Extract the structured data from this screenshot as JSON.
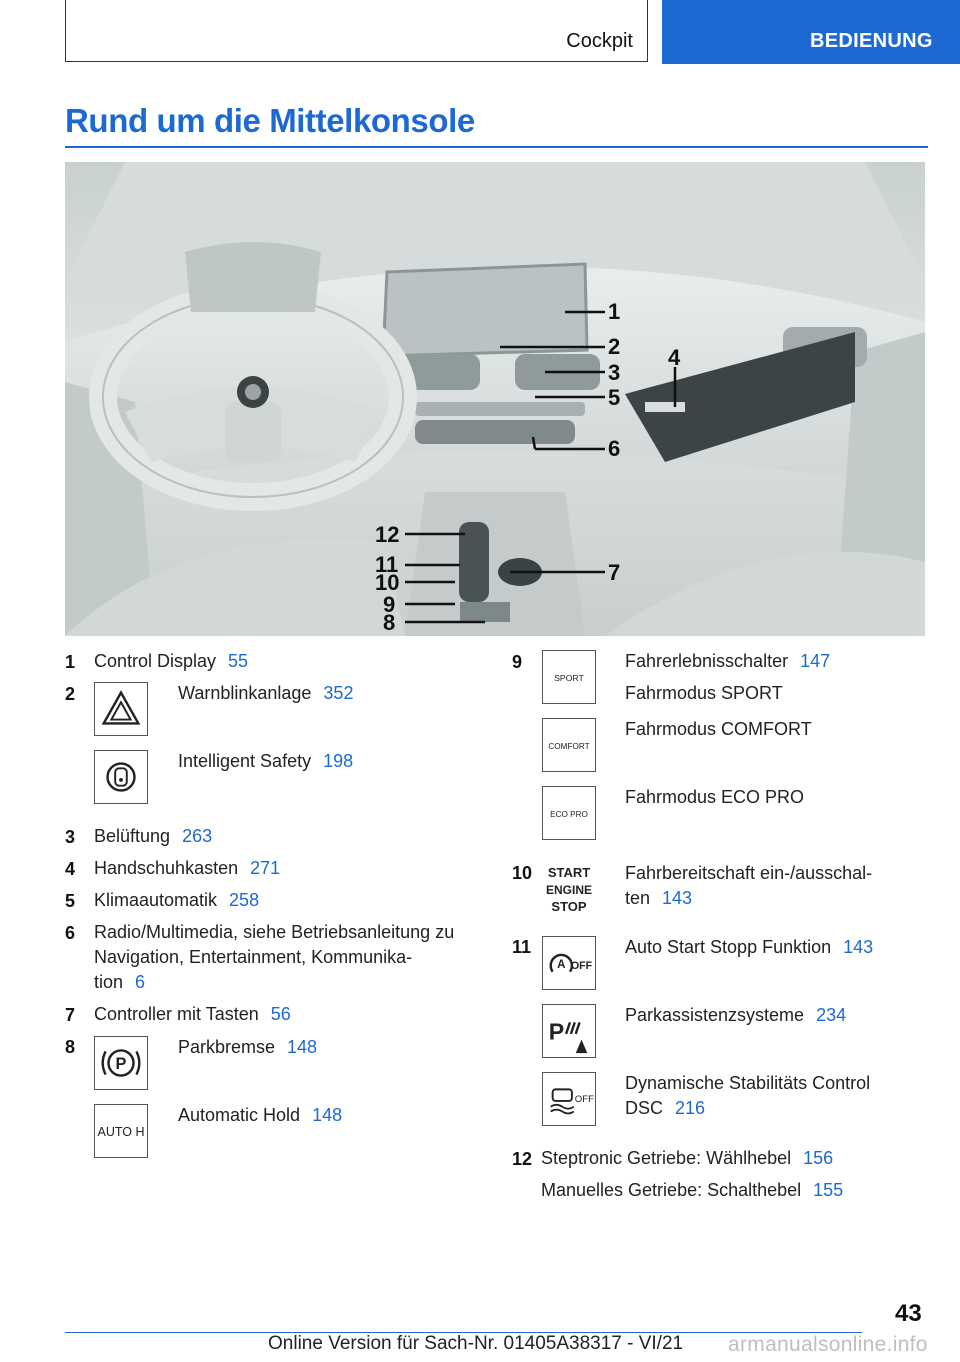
{
  "header": {
    "section": "Cockpit",
    "chapter": "BEDIENUNG"
  },
  "title": "Rund um die Mittelkonsole",
  "figure": {
    "callouts": [
      "1",
      "2",
      "3",
      "4",
      "5",
      "6",
      "7",
      "8",
      "9",
      "10",
      "11",
      "12"
    ]
  },
  "items": [
    {
      "num": "1",
      "label": "Control Display",
      "page": "55"
    },
    {
      "num": "2",
      "label": "Warnblinkanlage",
      "page": "352"
    },
    {
      "num": "",
      "label": "Intelligent Safety",
      "page": "198"
    },
    {
      "num": "3",
      "label": "Belüftung",
      "page": "263"
    },
    {
      "num": "4",
      "label": "Handschuhkasten",
      "page": "271"
    },
    {
      "num": "5",
      "label": "Klimaautomatik",
      "page": "258"
    },
    {
      "num": "6",
      "line1": "Radio/Multimedia, siehe Betriebsanleitung zu",
      "line2": "Navigation, Entertainment, Kommunika-",
      "line3": "tion",
      "page": "6"
    },
    {
      "num": "7",
      "label": "Controller mit Tasten",
      "page": "56"
    },
    {
      "num": "8",
      "label": "Parkbremse",
      "page": "148"
    },
    {
      "num": "",
      "label": "Automatic Hold",
      "page": "148"
    },
    {
      "num": "9",
      "label": "Fahrerlebnisschalter",
      "page": "147",
      "sub": "Fahrmodus SPORT"
    },
    {
      "num": "",
      "label": "Fahrmodus COMFORT"
    },
    {
      "num": "",
      "label": "Fahrmodus ECO PRO"
    },
    {
      "num": "10",
      "line1": "Fahrbereitschaft ein-/ausschal-",
      "line2": "ten",
      "page": "143"
    },
    {
      "num": "11",
      "label": "Auto Start Stopp Funktion",
      "page": "143"
    },
    {
      "num": "",
      "label": "Parkassistenzsysteme",
      "page": "234"
    },
    {
      "num": "",
      "line1": "Dynamische Stabilitäts Control",
      "line2": "DSC",
      "page": "216"
    },
    {
      "num": "12",
      "label": "Steptronic Getriebe: Wählhebel",
      "page": "156",
      "sub": "Manuelles Getriebe: Schalthebel",
      "sub_page": "155"
    }
  ],
  "icons": {
    "sport": "SPORT",
    "comfort": "COMFORT",
    "eco": "ECO PRO",
    "start1": "START",
    "start2": "ENGINE",
    "start3": "STOP",
    "off": "OFF",
    "auto_h": "AUTO H"
  },
  "footer": {
    "page_number": "43",
    "text": "Online Version für Sach-Nr. 01405A38317 - VI/21",
    "watermark": "armanualsonline.info"
  },
  "colors": {
    "accent": "#1c69d4"
  }
}
